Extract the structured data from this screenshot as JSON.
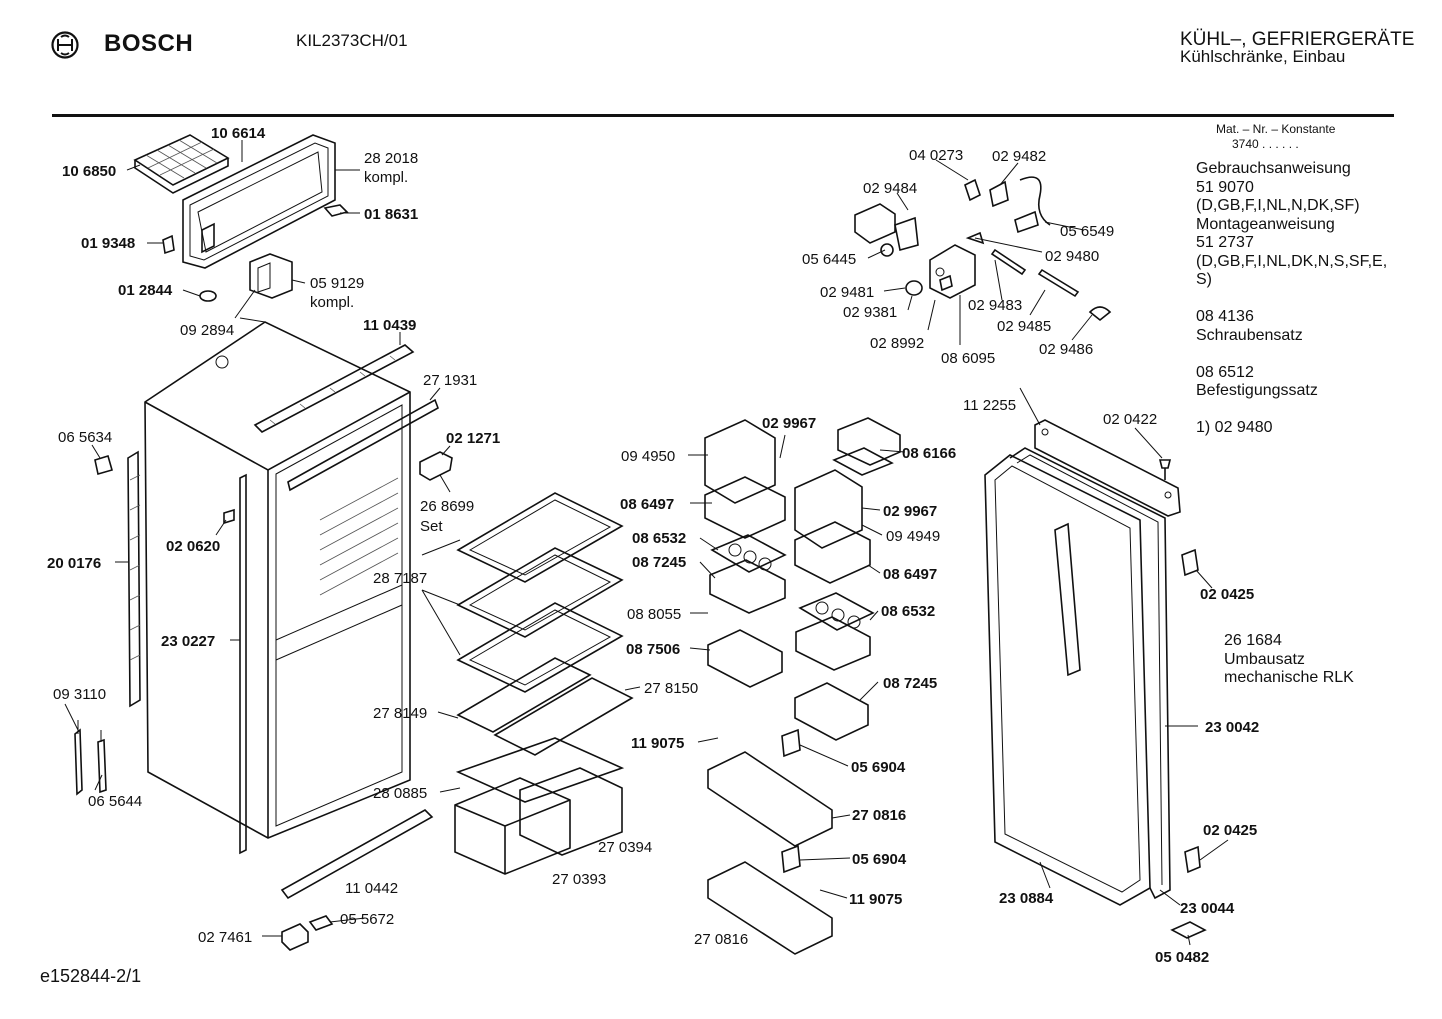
{
  "header": {
    "brand": "BOSCH",
    "model": "KIL2373CH/01",
    "category_line1": "KÜHL–, GEFRIERGERÄTE",
    "category_line2": "Kühlschränke, Einbau"
  },
  "material_info": {
    "heading": "Mat. – Nr. – Konstante",
    "value": "3740  .  .  .  .  .  ."
  },
  "info_lines": [
    "Gebrauchsanweisung",
    "51 9070",
    "(D,GB,F,I,NL,N,DK,SF)",
    "Montageanweisung",
    "51 2737",
    "(D,GB,F,I,NL,DK,N,S,SF,E,",
    "S)",
    "",
    "08 4136",
    "Schraubensatz",
    "",
    "08 6512",
    "Befestigungssatz",
    "",
    "1)  02 9480"
  ],
  "retrofit": {
    "number": "26 1684",
    "line1": "Umbausatz",
    "line2": "mechanische RLK"
  },
  "footer": "e152844-2/1",
  "part_labels": [
    {
      "id": "p1",
      "text": "10 6614",
      "bold": true
    },
    {
      "id": "p2",
      "text": "10 6850",
      "bold": true
    },
    {
      "id": "p3",
      "text": "28 2018",
      "bold": false
    },
    {
      "id": "p4",
      "text": "kompl.",
      "bold": false
    },
    {
      "id": "p5",
      "text": "01 8631",
      "bold": true
    },
    {
      "id": "p6",
      "text": "01 9348",
      "bold": true
    },
    {
      "id": "p7",
      "text": "01 2844",
      "bold": true
    },
    {
      "id": "p8",
      "text": "05 9129",
      "bold": false
    },
    {
      "id": "p9",
      "text": "kompl.",
      "bold": false
    },
    {
      "id": "p10",
      "text": "09 2894",
      "bold": false
    },
    {
      "id": "p11",
      "text": "11 0439",
      "bold": true
    },
    {
      "id": "p12",
      "text": "27 1931",
      "bold": false
    },
    {
      "id": "p13",
      "text": "06 5634",
      "bold": false
    },
    {
      "id": "p14",
      "text": "02 1271",
      "bold": true
    },
    {
      "id": "p15",
      "text": "26 8699",
      "bold": false
    },
    {
      "id": "p16",
      "text": "Set",
      "bold": false
    },
    {
      "id": "p17",
      "text": "02 0620",
      "bold": true
    },
    {
      "id": "p18",
      "text": "20 0176",
      "bold": true
    },
    {
      "id": "p19",
      "text": "28 7187",
      "bold": false
    },
    {
      "id": "p20",
      "text": "23 0227",
      "bold": true
    },
    {
      "id": "p21",
      "text": "09 3110",
      "bold": false
    },
    {
      "id": "p22",
      "text": "27 8149",
      "bold": false
    },
    {
      "id": "p23",
      "text": "27 8150",
      "bold": false
    },
    {
      "id": "p24",
      "text": "06 5644",
      "bold": false
    },
    {
      "id": "p25",
      "text": "28 0885",
      "bold": false
    },
    {
      "id": "p26",
      "text": "27 0394",
      "bold": false
    },
    {
      "id": "p27",
      "text": "27 0393",
      "bold": false
    },
    {
      "id": "p28",
      "text": "11 0442",
      "bold": false
    },
    {
      "id": "p29",
      "text": "05 5672",
      "bold": false
    },
    {
      "id": "p30",
      "text": "02 7461",
      "bold": false
    },
    {
      "id": "p31",
      "text": "04 0273",
      "bold": false
    },
    {
      "id": "p32",
      "text": "02 9482",
      "bold": false
    },
    {
      "id": "p33",
      "text": "02 9484",
      "bold": false
    },
    {
      "id": "p34",
      "text": "05 6549",
      "bold": false
    },
    {
      "id": "p35",
      "text": "02 9480",
      "bold": false
    },
    {
      "id": "p36",
      "text": "05 6445",
      "bold": false
    },
    {
      "id": "p37",
      "text": "02 9481",
      "bold": false
    },
    {
      "id": "p38",
      "text": "02 9483",
      "bold": false
    },
    {
      "id": "p39",
      "text": "02 9381",
      "bold": false
    },
    {
      "id": "p40",
      "text": "02 9485",
      "bold": false
    },
    {
      "id": "p41",
      "text": "02 8992",
      "bold": false
    },
    {
      "id": "p42",
      "text": "08 6095",
      "bold": false
    },
    {
      "id": "p43",
      "text": "02 9486",
      "bold": false
    },
    {
      "id": "p44",
      "text": "02 9967",
      "bold": true
    },
    {
      "id": "p45",
      "text": "09 4950",
      "bold": false
    },
    {
      "id": "p46",
      "text": "08 6166",
      "bold": true
    },
    {
      "id": "p47",
      "text": "08 6497",
      "bold": true
    },
    {
      "id": "p48",
      "text": "02 9967",
      "bold": true
    },
    {
      "id": "p49",
      "text": "09 4949",
      "bold": false
    },
    {
      "id": "p50",
      "text": "08 6532",
      "bold": true
    },
    {
      "id": "p51",
      "text": "08 7245",
      "bold": true
    },
    {
      "id": "p52",
      "text": "08 6497",
      "bold": true
    },
    {
      "id": "p53",
      "text": "08 8055",
      "bold": false
    },
    {
      "id": "p54",
      "text": "08 6532",
      "bold": true
    },
    {
      "id": "p55",
      "text": "08 7506",
      "bold": true
    },
    {
      "id": "p56",
      "text": "08 7245",
      "bold": true
    },
    {
      "id": "p57",
      "text": "11 9075",
      "bold": true
    },
    {
      "id": "p58",
      "text": "05 6904",
      "bold": true
    },
    {
      "id": "p59",
      "text": "27 0816",
      "bold": true
    },
    {
      "id": "p60",
      "text": "05 6904",
      "bold": true
    },
    {
      "id": "p61",
      "text": "11 9075",
      "bold": true
    },
    {
      "id": "p62",
      "text": "27 0816",
      "bold": false
    },
    {
      "id": "p63",
      "text": "11 2255",
      "bold": false
    },
    {
      "id": "p64",
      "text": "02 0422",
      "bold": false
    },
    {
      "id": "p65",
      "text": "02 0425",
      "bold": true
    },
    {
      "id": "p66",
      "text": "23 0042",
      "bold": true
    },
    {
      "id": "p67",
      "text": "02 0425",
      "bold": true
    },
    {
      "id": "p68",
      "text": "23 0884",
      "bold": true
    },
    {
      "id": "p69",
      "text": "23 0044",
      "bold": true
    },
    {
      "id": "p70",
      "text": "05 0482",
      "bold": true
    }
  ]
}
